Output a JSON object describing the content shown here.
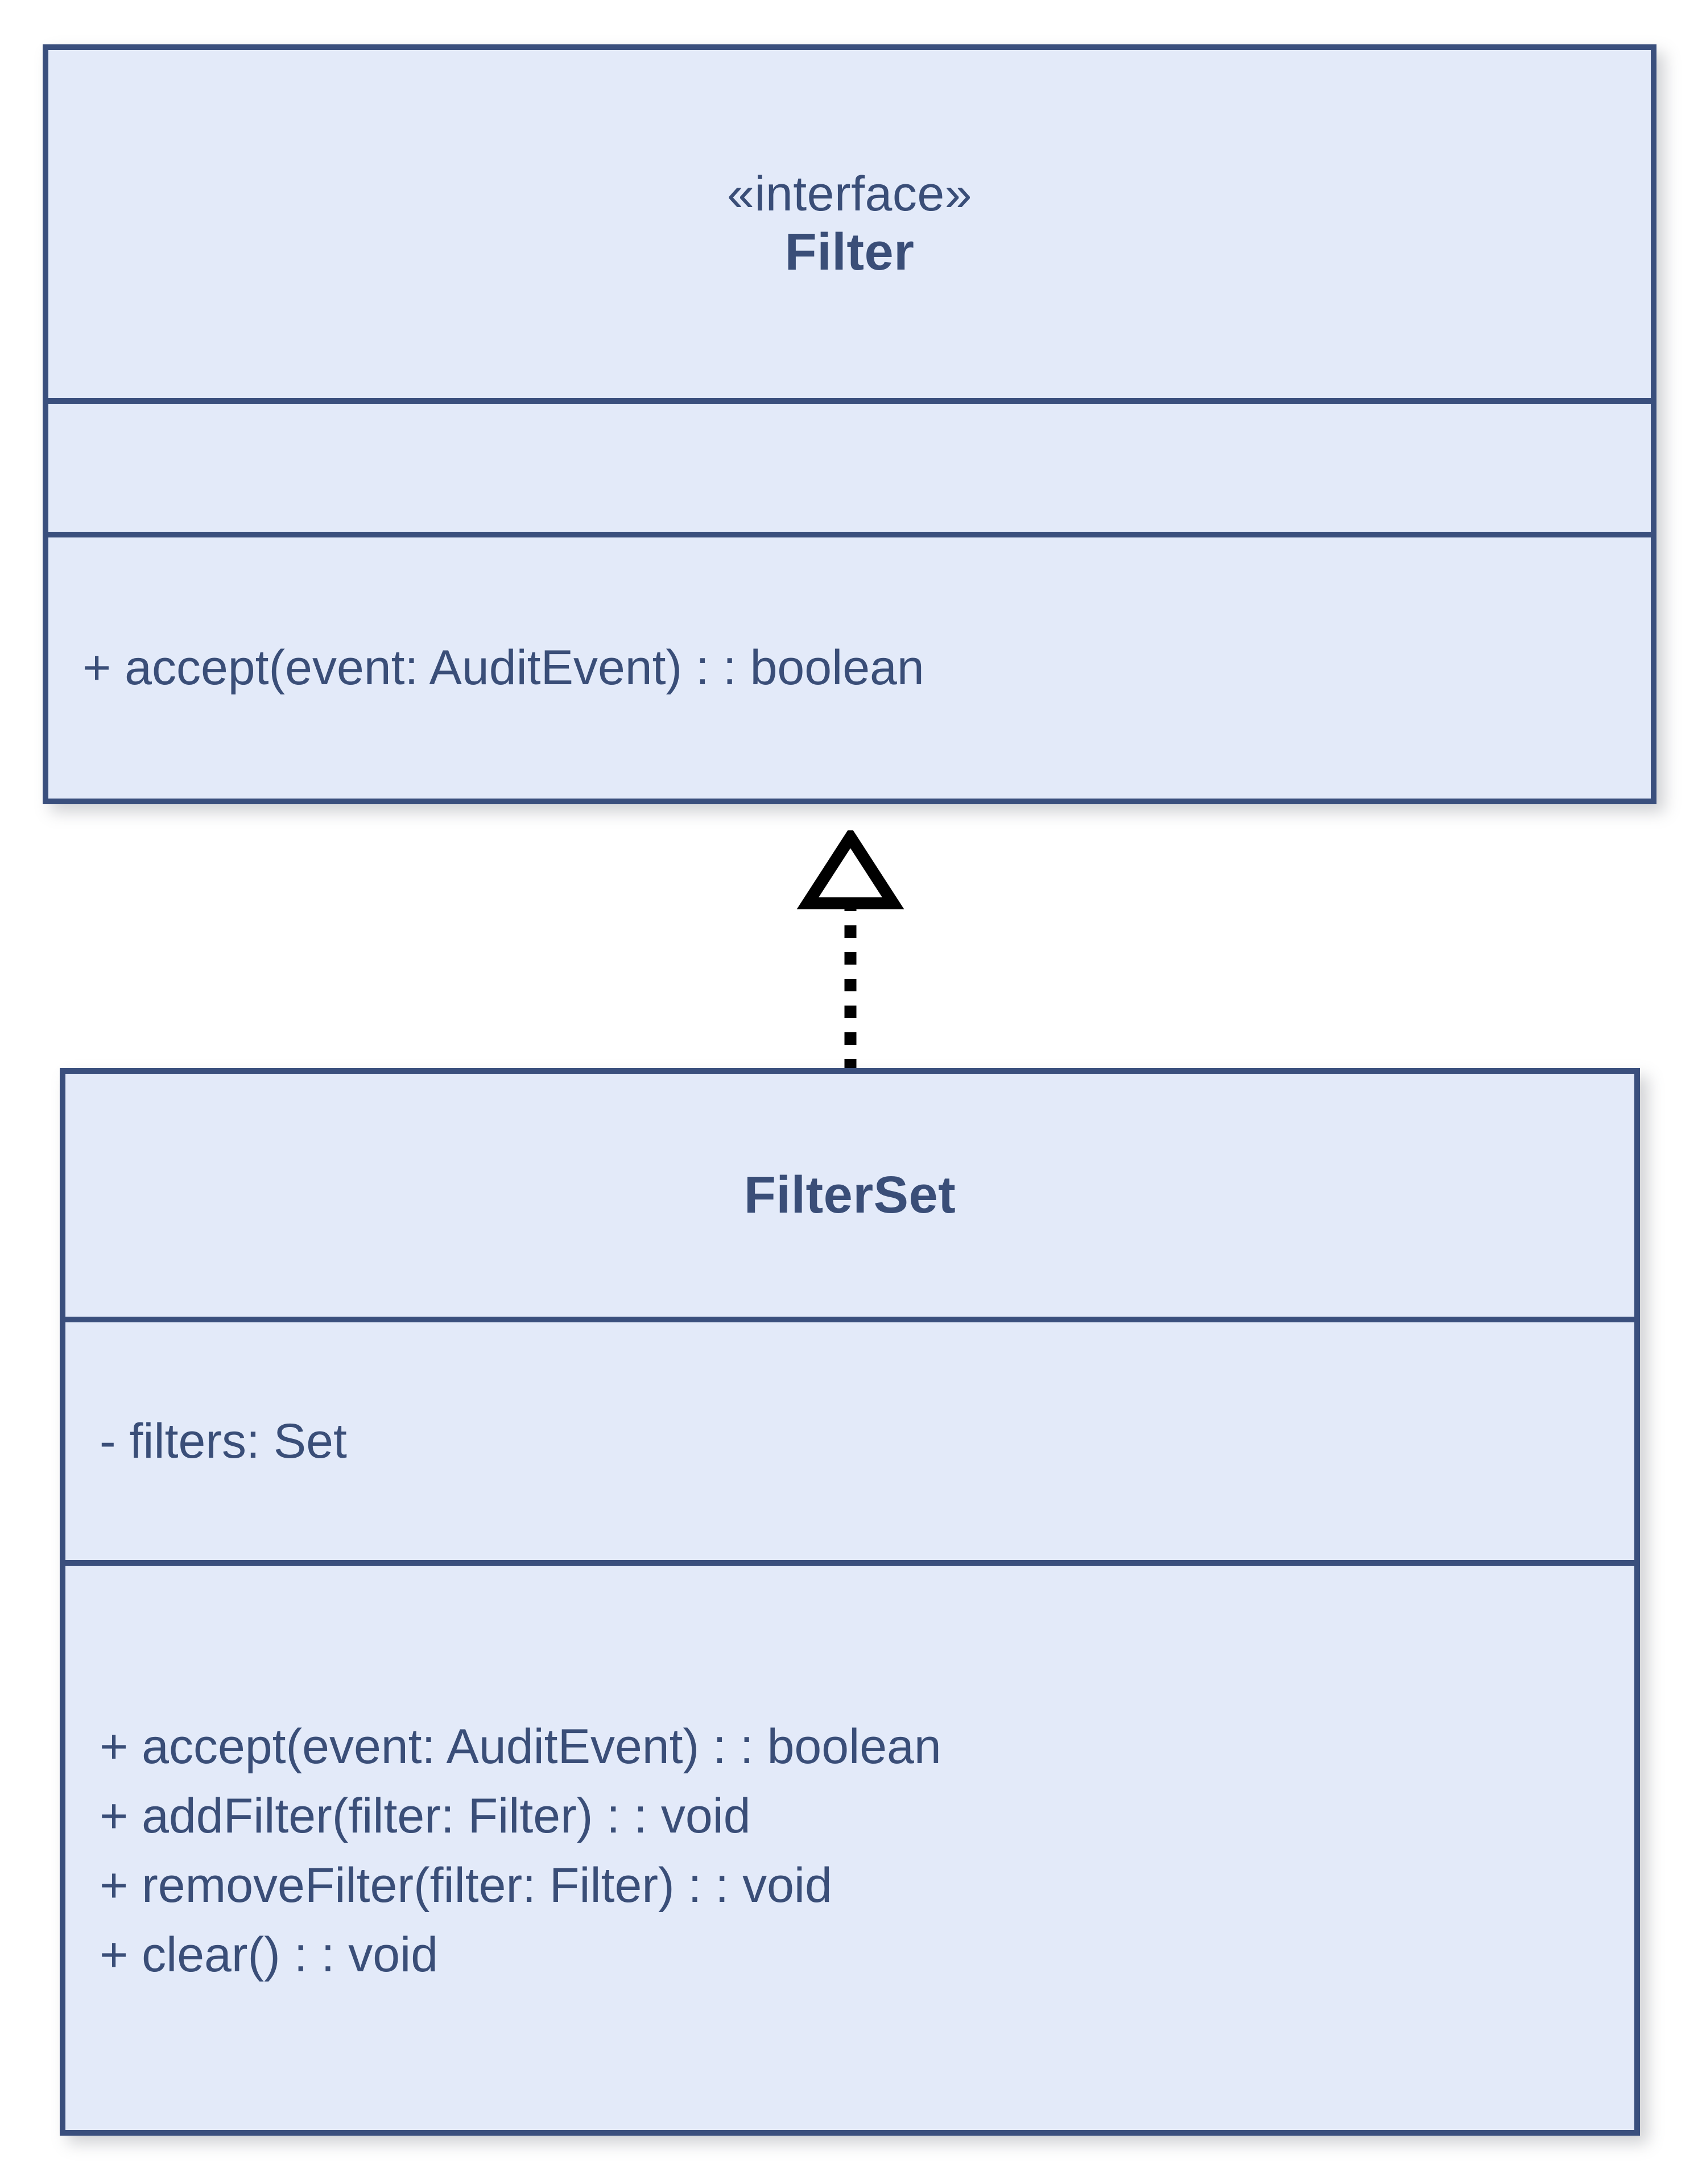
{
  "diagram": {
    "type": "uml-class-diagram",
    "background_color": "#ffffff",
    "class_fill_color": "#e3eaf9",
    "class_border_color": "#3a4f7d",
    "text_color": "#3a4e78",
    "connector_color": "#000000"
  },
  "classes": [
    {
      "id": "filter",
      "stereotype": "«interface»",
      "name": "Filter",
      "attributes": [],
      "operations": [
        "+ accept(event: AuditEvent) : : boolean"
      ]
    },
    {
      "id": "filterset",
      "stereotype": "",
      "name": "FilterSet",
      "attributes": [
        "- filters: Set"
      ],
      "operations": [
        "+ accept(event: AuditEvent) : : boolean",
        "+ addFilter(filter: Filter) : : void",
        "+ removeFilter(filter: Filter) : : void",
        "+ clear() : : void"
      ]
    }
  ],
  "relationships": [
    {
      "id": "filterset-realizes-filter",
      "kind": "realization",
      "source": "FilterSet",
      "target": "Filter",
      "line_style": "dotted",
      "arrowhead": "hollow-triangle"
    }
  ]
}
